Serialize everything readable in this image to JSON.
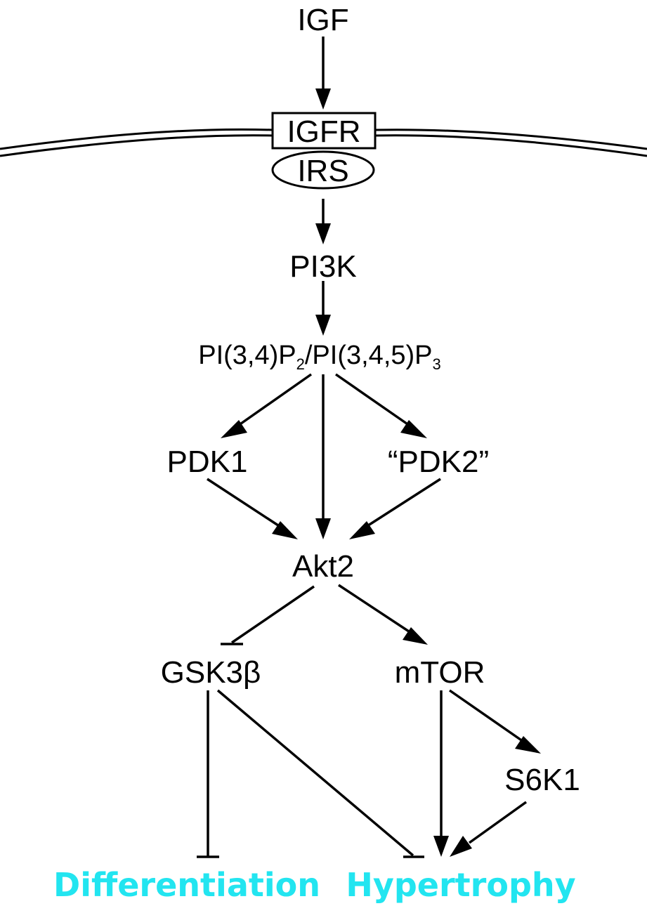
{
  "nodes": {
    "igf": "IGF",
    "igfr": "IGFR",
    "irs": "IRS",
    "pi3k": "PI3K",
    "pip": {
      "part1": "PI(3,4)P",
      "sub1": "2",
      "part2": "/PI(3,4,5)P",
      "sub2": "3"
    },
    "pdk1": "PDK1",
    "pdk2": "“PDK2”",
    "akt2": "Akt2",
    "gsk3b": "GSK3β",
    "mtor": "mTOR",
    "s6k1": "S6K1"
  },
  "outcomes": {
    "differentiation": "Differentiation",
    "hypertrophy": "Hypertrophy"
  },
  "colors": {
    "ink": "#000000",
    "outcome": "#22e5f0"
  }
}
